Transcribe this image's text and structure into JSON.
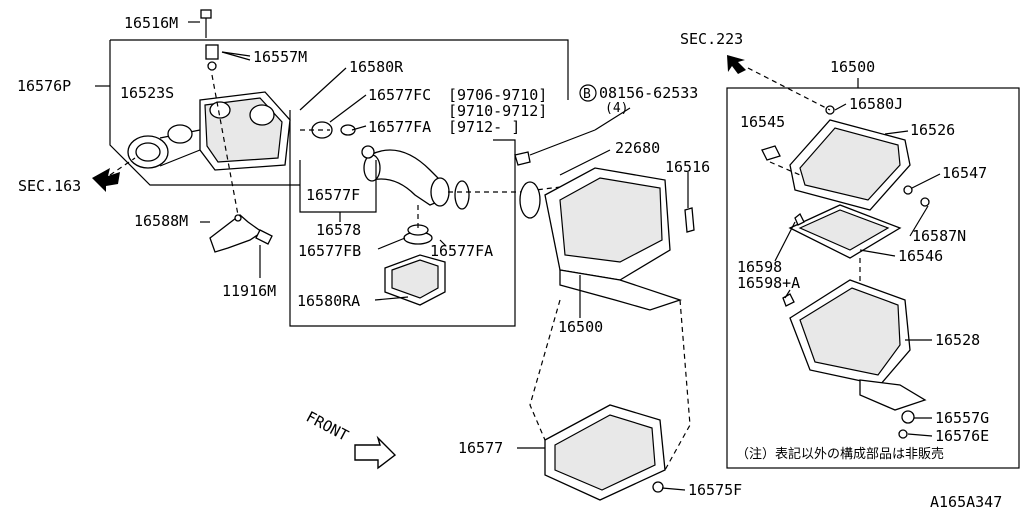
{
  "diagram": {
    "labels": {
      "p16516M": "16516M",
      "p16557M": "16557M",
      "p16580R": "16580R",
      "p16576P": "16576P",
      "p16523S": "16523S",
      "p16577FC": "16577FC",
      "range1": "[9706-9710]",
      "range2": "[9710-9712]",
      "p16577FA_top": "16577FA",
      "range3": "[9712-   ]",
      "bolt_circle": "B",
      "bolt_part": "08156-62533",
      "bolt_qty": "(4)",
      "sec163": "SEC.163",
      "p16577F": "16577F",
      "p16578": "16578",
      "p16588M": "16588M",
      "p16577FB": "16577FB",
      "p16577FA_low": "16577FA",
      "p11916M": "11916M",
      "p16580RA": "16580RA",
      "p22680": "22680",
      "p16516": "16516",
      "p16500_mid": "16500",
      "sec223": "SEC.223",
      "p16500_top": "16500",
      "p16580J": "16580J",
      "p16545": "16545",
      "p16526": "16526",
      "p16547": "16547",
      "p16587N": "16587N",
      "p16598": "16598",
      "p16546": "16546",
      "p16598A": "16598+A",
      "p16528": "16528",
      "p16557G": "16557G",
      "p16576E": "16576E",
      "note": "（注）表記以外の構成部品は非販売",
      "front": "FRONT",
      "p16577": "16577",
      "p16575F": "16575F",
      "figure_id": "A165A347"
    }
  }
}
